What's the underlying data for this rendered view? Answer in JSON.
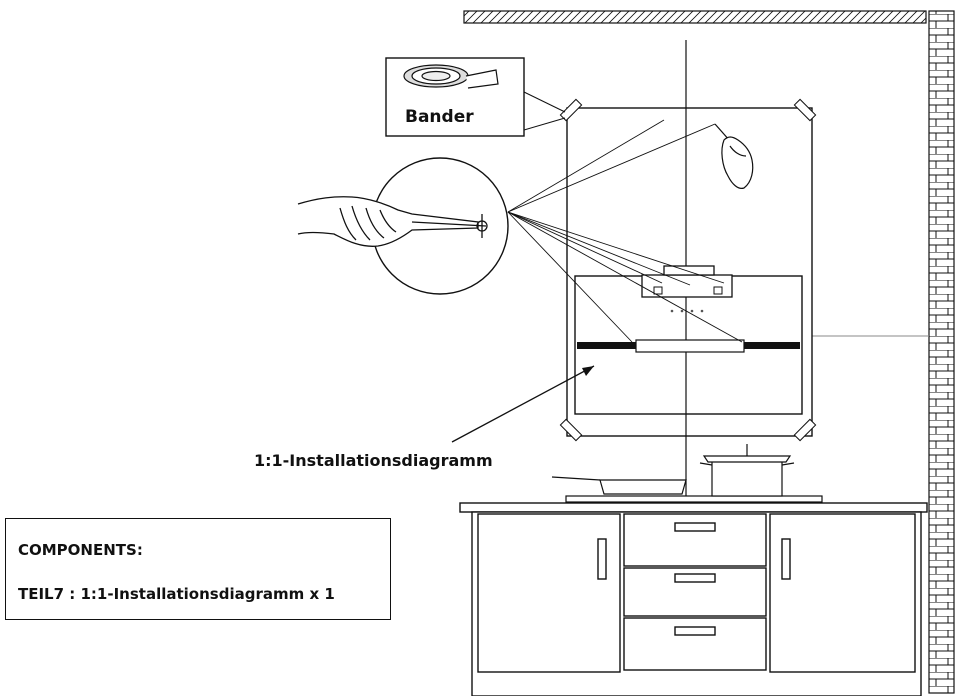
{
  "labels": {
    "tape": "Bander",
    "diagram": "1:1-Installationsdiagramm"
  },
  "components": {
    "title": "COMPONENTS:",
    "item": "TEIL7 : 1:1-Installationsdiagramm x 1"
  },
  "colors": {
    "line": "#111111",
    "background": "#ffffff"
  },
  "icons": [
    "tape-roll-icon",
    "hand-with-drill-icon",
    "hand-with-pencil-icon",
    "cooking-pot-icon",
    "frying-pan-icon"
  ]
}
